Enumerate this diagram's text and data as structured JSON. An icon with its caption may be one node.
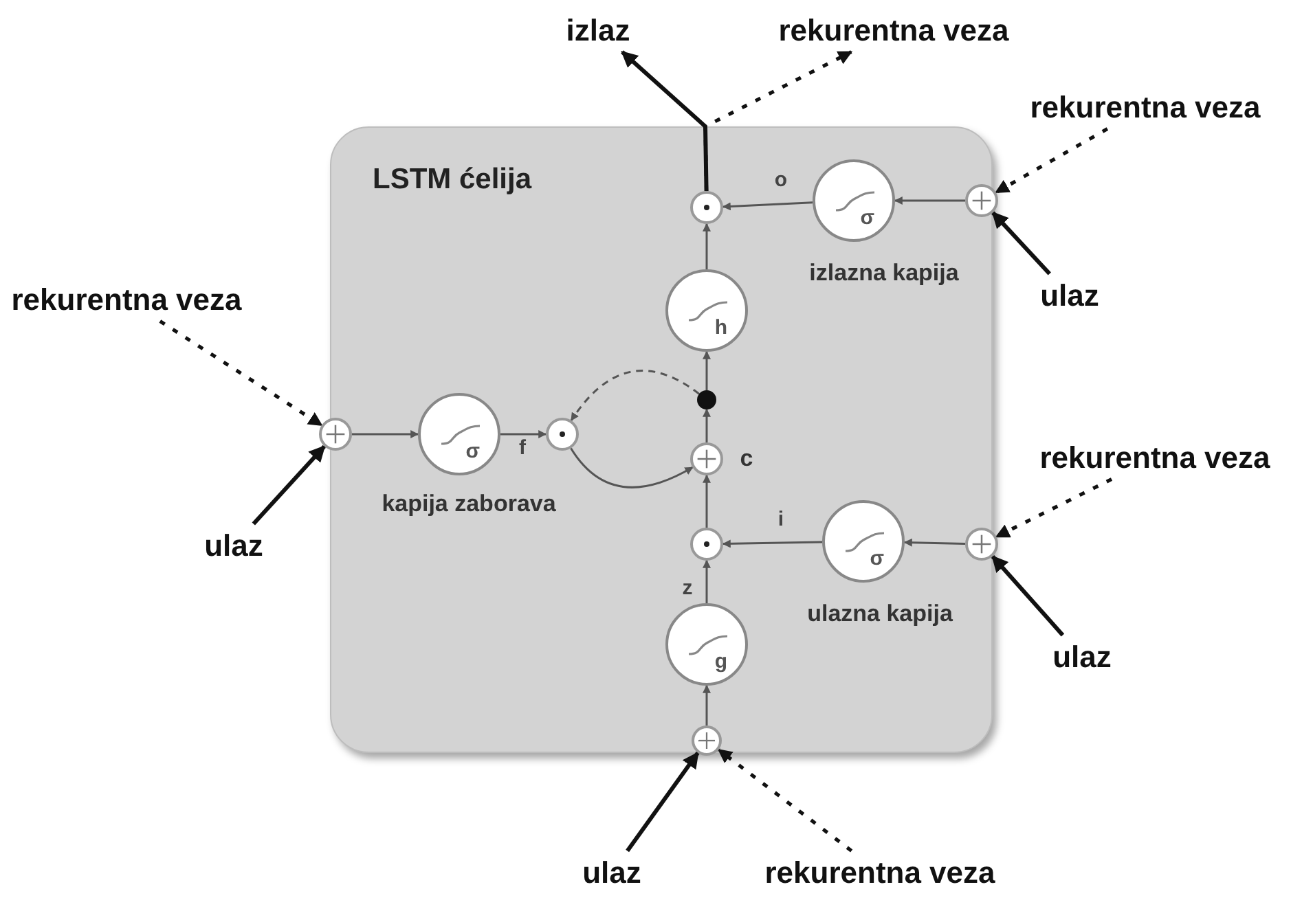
{
  "diagram": {
    "nodes": [
      {
        "text": [
          "LSTM ćelija"
        ]
      },
      {
        "text": [
          "izlaz"
        ]
      },
      {
        "text": [
          "rekurentna veza"
        ]
      },
      {
        "text": [
          "rekurentna veza"
        ]
      },
      {
        "text": [
          "ulaz"
        ]
      },
      {
        "text": [
          "rekurentna veza"
        ]
      },
      {
        "text": [
          "ulaz"
        ]
      },
      {
        "text": [
          "rekurentna veza"
        ]
      },
      {
        "text": [
          "ulaz"
        ]
      },
      {
        "text": [
          "ulaz"
        ]
      },
      {
        "text": [
          "rekurentna veza"
        ]
      },
      {
        "text": [],
        "shape": "circle",
        "in": 0
      },
      {
        "text": [
          "σ"
        ],
        "beside": [
          "izlazna kapija"
        ],
        "in": 0
      },
      {
        "text": [],
        "shape": "circle",
        "in": 0
      },
      {
        "text": [
          "h"
        ],
        "in": 0
      },
      {
        "text": [],
        "shape": "circle",
        "in": 0
      },
      {
        "text": [],
        "shape": "circle",
        "beside": [
          "c"
        ],
        "in": 0
      },
      {
        "text": [],
        "shape": "circle",
        "in": 0
      },
      {
        "text": [
          "σ"
        ],
        "beside": [
          "kapija zaborava"
        ],
        "in": 0
      },
      {
        "text": [],
        "shape": "circle",
        "in": 0
      },
      {
        "text": [],
        "shape": "circle",
        "in": 0
      },
      {
        "text": [
          "σ"
        ],
        "beside": [
          "ulazna kapija"
        ],
        "in": 0
      },
      {
        "text": [],
        "shape": "circle",
        "in": 0
      },
      {
        "text": [
          "g"
        ],
        "in": 0
      },
      {
        "text": [],
        "shape": "circle",
        "in": 0
      }
    ],
    "edges": [
      {
        "from": 13,
        "to": 12,
        "arrow": "to"
      },
      {
        "from": 12,
        "to": 11,
        "arrow": "to",
        "label": "o"
      },
      {
        "from": 14,
        "to": 11,
        "arrow": "to"
      },
      {
        "from": 11,
        "to": 1,
        "arrow": "to",
        "style": "thick",
        "color": "#111111"
      },
      {
        "from": 11,
        "to": 2,
        "arrow": "to",
        "style": "dashed",
        "color": "#111111"
      },
      {
        "from": 3,
        "to": 13,
        "arrow": "to",
        "style": "dashed",
        "color": "#111111"
      },
      {
        "from": 4,
        "to": 13,
        "arrow": "to",
        "style": "thick",
        "color": "#111111"
      },
      {
        "from": 5,
        "to": 19,
        "arrow": "to",
        "style": "dashed",
        "color": "#111111"
      },
      {
        "from": 6,
        "to": 19,
        "arrow": "to",
        "style": "thick",
        "color": "#111111"
      },
      {
        "from": 19,
        "to": 18,
        "arrow": "to"
      },
      {
        "from": 18,
        "to": 17,
        "arrow": "to",
        "label": "f"
      },
      {
        "from": 17,
        "to": 16,
        "arrow": "to"
      },
      {
        "from": 16,
        "to": 15,
        "arrow": "to"
      },
      {
        "from": 15,
        "to": 14,
        "arrow": "to"
      },
      {
        "from": 15,
        "to": 17,
        "arrow": "to",
        "style": "dashed"
      },
      {
        "from": 7,
        "to": 22,
        "arrow": "to",
        "style": "dashed",
        "color": "#111111"
      },
      {
        "from": 8,
        "to": 22,
        "arrow": "to",
        "style": "thick",
        "color": "#111111"
      },
      {
        "from": 22,
        "to": 21,
        "arrow": "to"
      },
      {
        "from": 21,
        "to": 20,
        "arrow": "to",
        "label": "i"
      },
      {
        "from": 20,
        "to": 16,
        "arrow": "to"
      },
      {
        "from": 23,
        "to": 20,
        "arrow": "to",
        "label": "z"
      },
      {
        "from": 24,
        "to": 23,
        "arrow": "to"
      },
      {
        "from": 9,
        "to": 24,
        "arrow": "to",
        "style": "thick",
        "color": "#111111"
      },
      {
        "from": 10,
        "to": 24,
        "arrow": "to",
        "style": "dashed",
        "color": "#111111"
      }
    ]
  }
}
